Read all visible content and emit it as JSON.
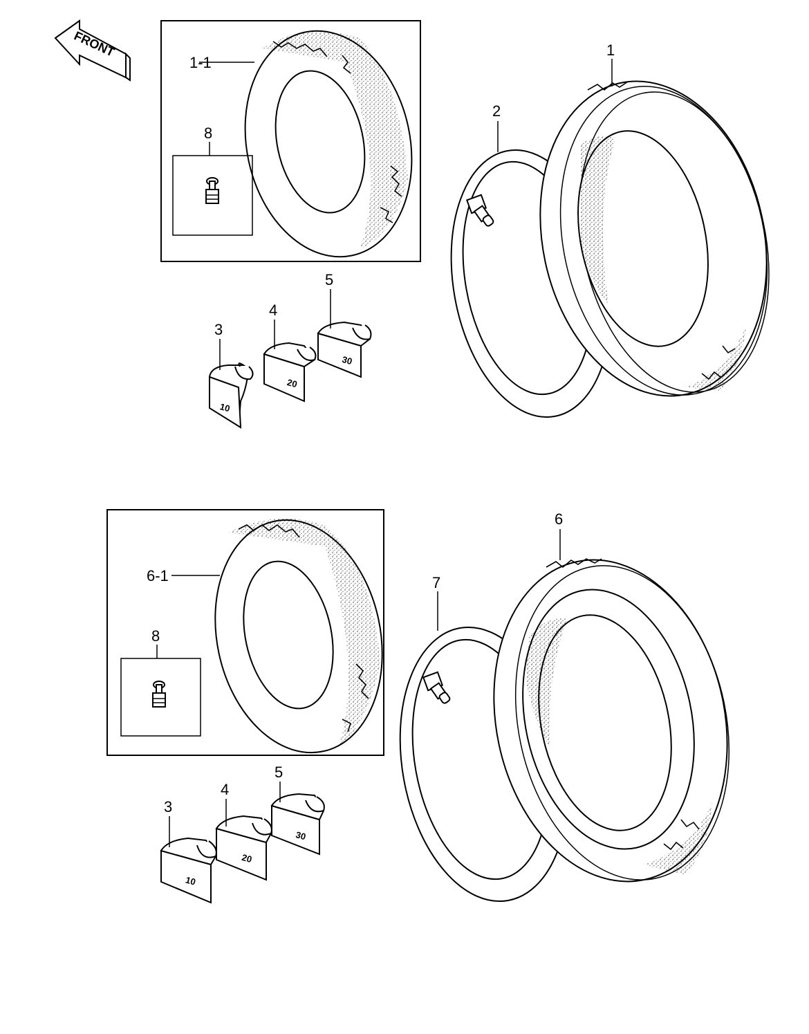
{
  "front_arrow": {
    "label": "FRONT"
  },
  "upper": {
    "labels": {
      "tire_alt": "1-1",
      "tire": "1",
      "tube": "2",
      "valve_core": "8",
      "weight_10": "3",
      "weight_20": "4",
      "weight_30": "5"
    },
    "weights": {
      "w10": "10",
      "w20": "20",
      "w30": "30"
    }
  },
  "lower": {
    "labels": {
      "tire_alt": "6-1",
      "tire": "6",
      "tube": "7",
      "valve_core": "8",
      "weight_10": "3",
      "weight_20": "4",
      "weight_30": "5"
    },
    "weights": {
      "w10": "10",
      "w20": "20",
      "w30": "30"
    }
  }
}
